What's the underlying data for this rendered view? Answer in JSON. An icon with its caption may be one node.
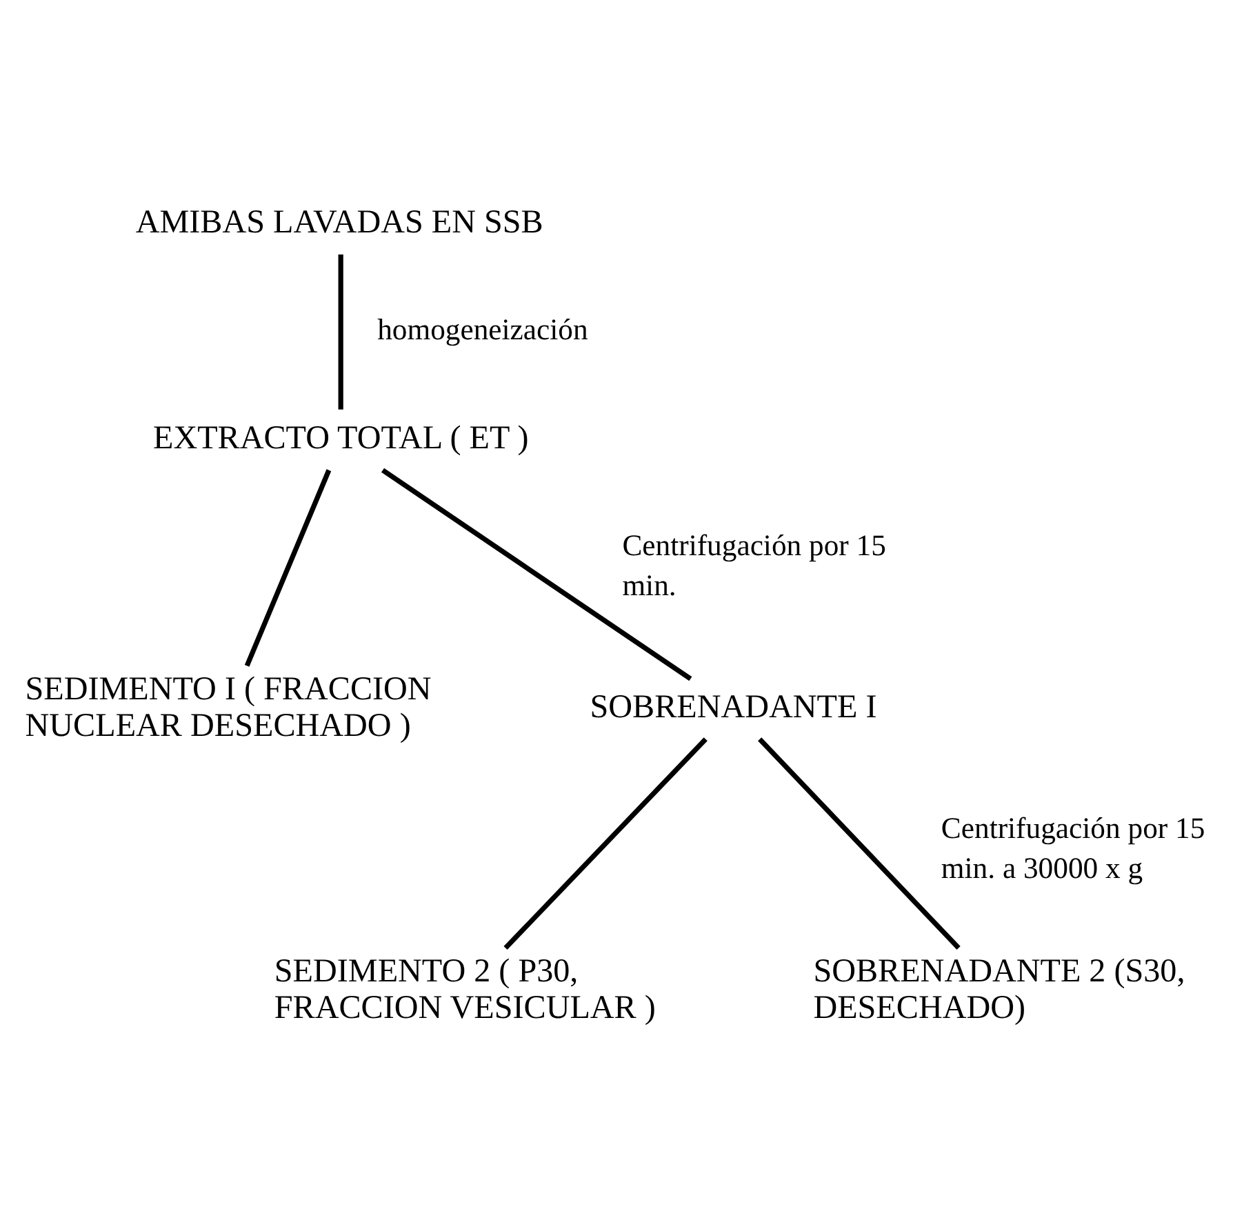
{
  "diagram": {
    "nodes": [
      {
        "text": [
          "AMIBAS LAVADAS EN SSB"
        ]
      },
      {
        "text": [
          "EXTRACTO TOTAL ( ET )"
        ]
      },
      {
        "text": [
          "SEDIMENTO I ( FRACCION NUCLEAR DESECHADO )"
        ]
      },
      {
        "text": [
          "SOBRENADANTE I"
        ]
      },
      {
        "text": [
          "SEDIMENTO 2 ( P30, FRACCION VESICULAR )"
        ]
      },
      {
        "text": [
          "SOBRENADANTE 2 (S30, DESECHADO)"
        ]
      }
    ],
    "edges": [
      {
        "from": 0,
        "to": 1,
        "arrow": "none",
        "label": "homogeneización"
      },
      {
        "from": 1,
        "to": 2,
        "arrow": "none"
      },
      {
        "from": 1,
        "to": 3,
        "arrow": "none",
        "label": "Centrifugación por 15 min."
      },
      {
        "from": 3,
        "to": 4,
        "arrow": "none"
      },
      {
        "from": 3,
        "to": 5,
        "arrow": "none",
        "label": "Centrifugación por 15 min. a 30000 x g"
      }
    ]
  }
}
